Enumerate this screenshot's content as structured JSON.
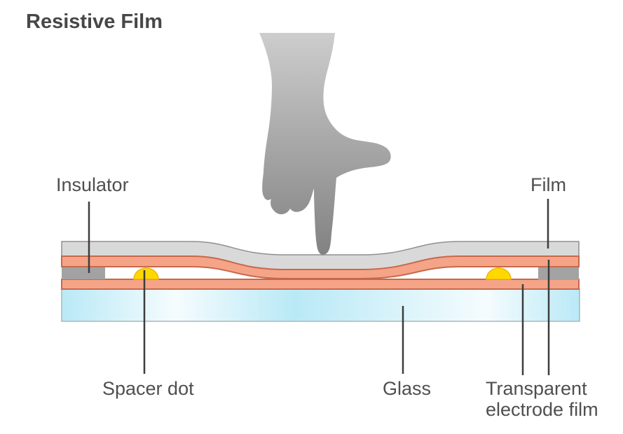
{
  "title": "Resistive Film",
  "labels": {
    "insulator": "Insulator",
    "film": "Film",
    "spacer_dot": "Spacer dot",
    "glass": "Glass",
    "transparent_electrode_film": "Transparent electrode film"
  },
  "diagram": {
    "type": "cross-section",
    "subject": "resistive film touch panel",
    "components": [
      "pressing hand",
      "film top layer",
      "transparent electrode film (upper)",
      "insulator (left)",
      "insulator (right)",
      "spacer dot (left)",
      "spacer dot (right)",
      "transparent electrode film (lower)",
      "glass substrate"
    ]
  },
  "colors": {
    "title_text": "#474747",
    "label_text": "#4f4f4f",
    "leader_line": "#3d3d3d",
    "film_fill": "#d9d9d9",
    "film_stroke": "#8f8f8f",
    "electrode_fill": "#f5a487",
    "electrode_stroke": "#c7684d",
    "insulator_fill": "#a2a2a2",
    "spacer_fill": "#ffd800",
    "spacer_stroke": "#eeb500",
    "glass_cyan": "#b9e9f6",
    "glass_white": "#f5fcfe",
    "glass_stroke": "#a9b7bc",
    "hand_top": "#cdcdcd",
    "hand_bottom": "#828282",
    "background": "#ffffff"
  }
}
